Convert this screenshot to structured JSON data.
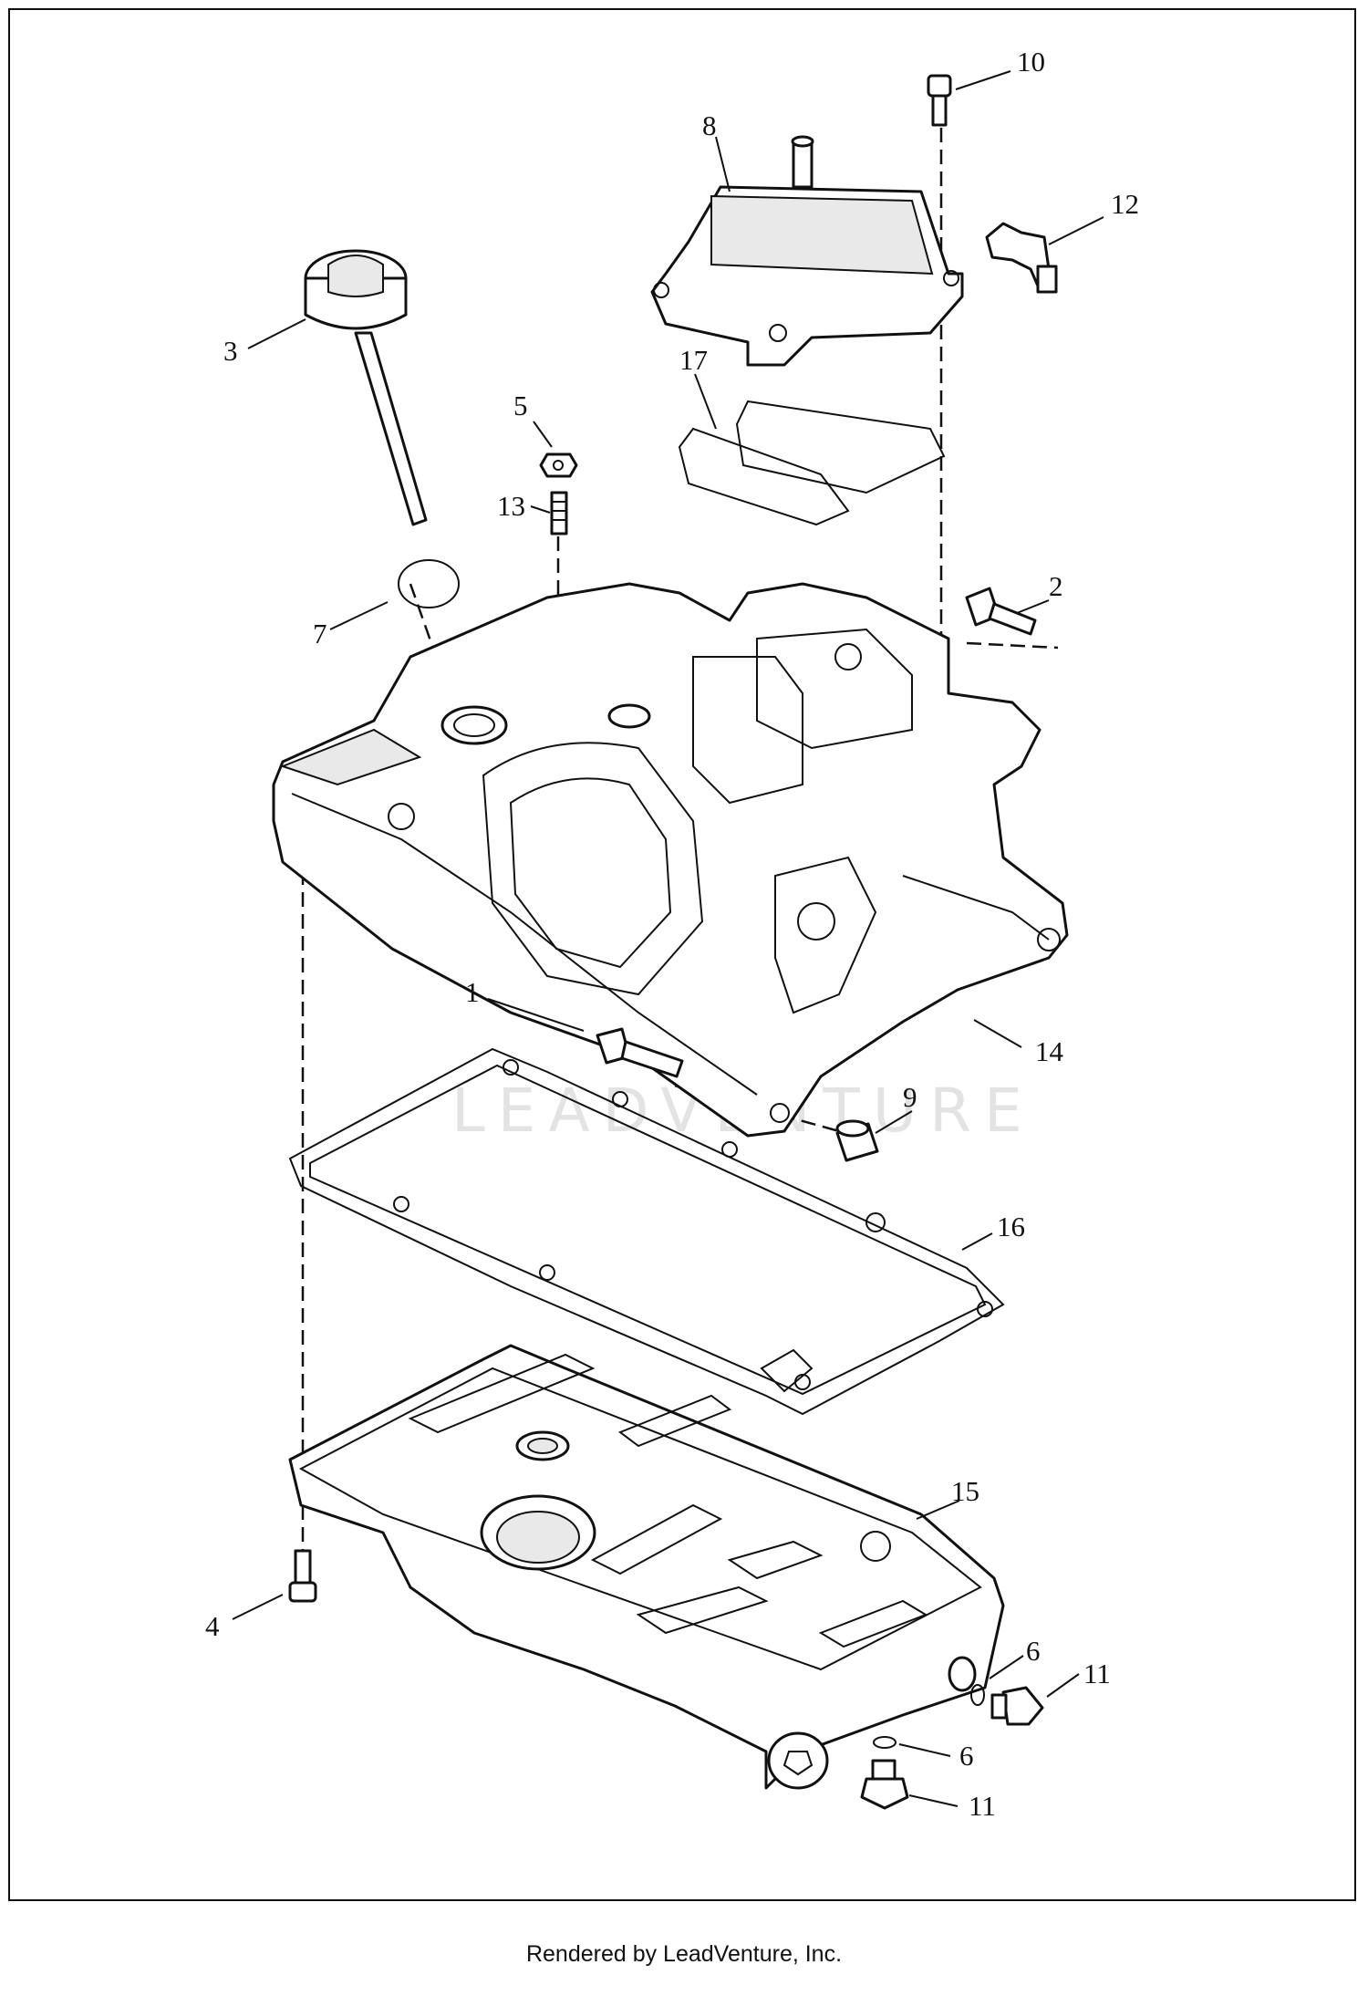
{
  "footer": {
    "rendered_by": "Rendered by LeadVenture, Inc."
  },
  "watermark": {
    "text": "LEADVENTURE"
  },
  "callouts": [
    {
      "id": "10",
      "label": "10"
    },
    {
      "id": "8",
      "label": "8"
    },
    {
      "id": "12",
      "label": "12"
    },
    {
      "id": "3",
      "label": "3"
    },
    {
      "id": "17",
      "label": "17"
    },
    {
      "id": "5",
      "label": "5"
    },
    {
      "id": "13",
      "label": "13"
    },
    {
      "id": "2",
      "label": "2"
    },
    {
      "id": "7",
      "label": "7"
    },
    {
      "id": "1",
      "label": "1"
    },
    {
      "id": "14",
      "label": "14"
    },
    {
      "id": "9",
      "label": "9"
    },
    {
      "id": "16",
      "label": "16"
    },
    {
      "id": "15",
      "label": "15"
    },
    {
      "id": "4",
      "label": "4"
    },
    {
      "id": "6a",
      "label": "6"
    },
    {
      "id": "11a",
      "label": "11"
    },
    {
      "id": "6b",
      "label": "6"
    },
    {
      "id": "11b",
      "label": "11"
    }
  ]
}
